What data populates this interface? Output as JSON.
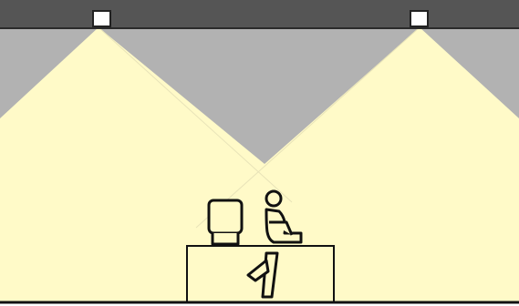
{
  "diagram": {
    "type": "lighting-illustration",
    "light_fixtures": [
      "ceiling-light-left",
      "ceiling-light-right"
    ],
    "objects": [
      "computer-monitor",
      "seated-person",
      "desk",
      "chair"
    ]
  },
  "colors": {
    "ceiling": "#555555",
    "ceiling_edge": "#2b2b2b",
    "shadow_area": "#b2b2b2",
    "light_cone": "#fffac8",
    "fixture": "#ffffff",
    "fixture_outline": "#222222",
    "outline": "#111111",
    "floor": "#111111"
  }
}
